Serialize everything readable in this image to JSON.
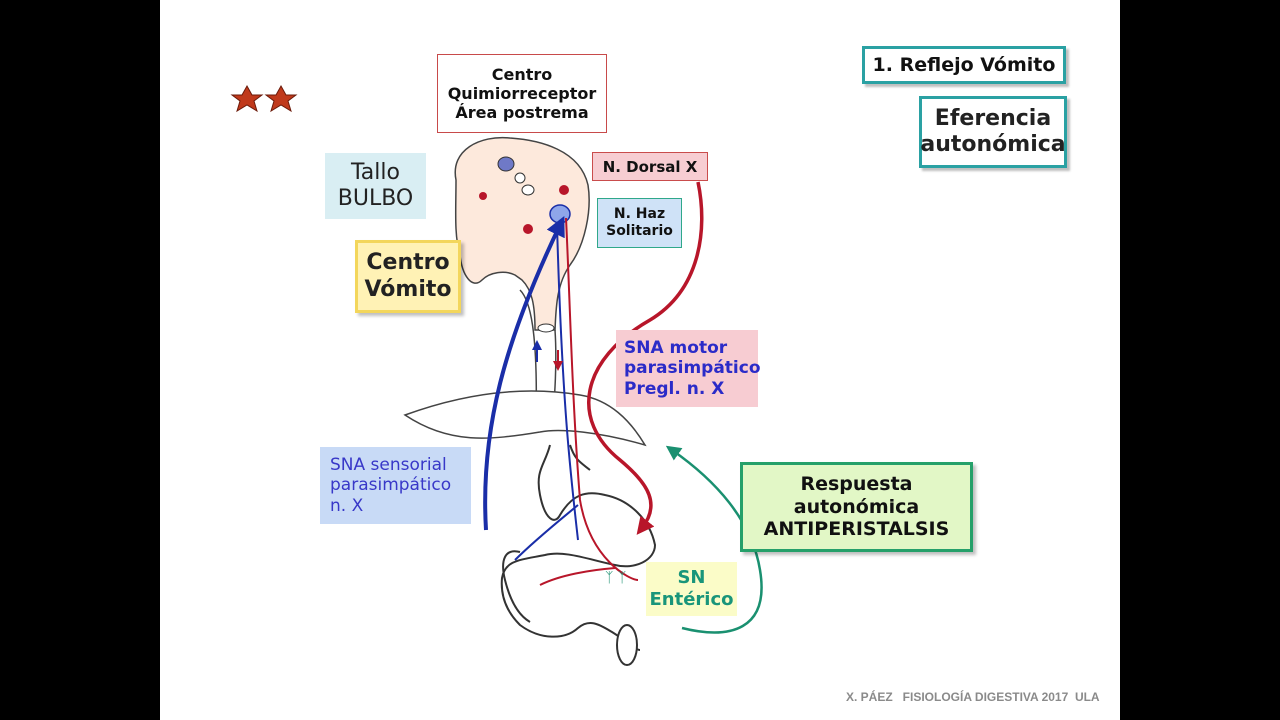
{
  "slide": {
    "title": "1. Reflejo Vómito",
    "subtitle": "Eferencia\nautonómica"
  },
  "labels": {
    "centro_quimio": "Centro\nQuimiorreceptor\nÁrea postrema",
    "tallo": "Tallo\nBULBO",
    "centro_vomito": "Centro\nVómito",
    "n_dorsal": "N. Dorsal X",
    "n_haz": "N. Haz\nSolitario",
    "sna_motor": "SNA motor\nparasimpático\nPregl. n. X",
    "sna_sensorial": "SNA sensorial\nparasimpático\nn. X",
    "respuesta": "Respuesta\nautonómica\nANTIPERISTALSIS",
    "sn_enterico": "SN\nEntérico"
  },
  "footer": "X. PÁEZ   FISIOLOGÍA DIGESTIVA 2017  ULA",
  "colors": {
    "teal_border": "#2aa1a3",
    "motor_path": "#b8162a",
    "sensory_path": "#1a2ea8",
    "enteric_arrow": "#1a9070",
    "stars": "#c0391b"
  },
  "icons": [
    "star-icon",
    "star-icon"
  ]
}
